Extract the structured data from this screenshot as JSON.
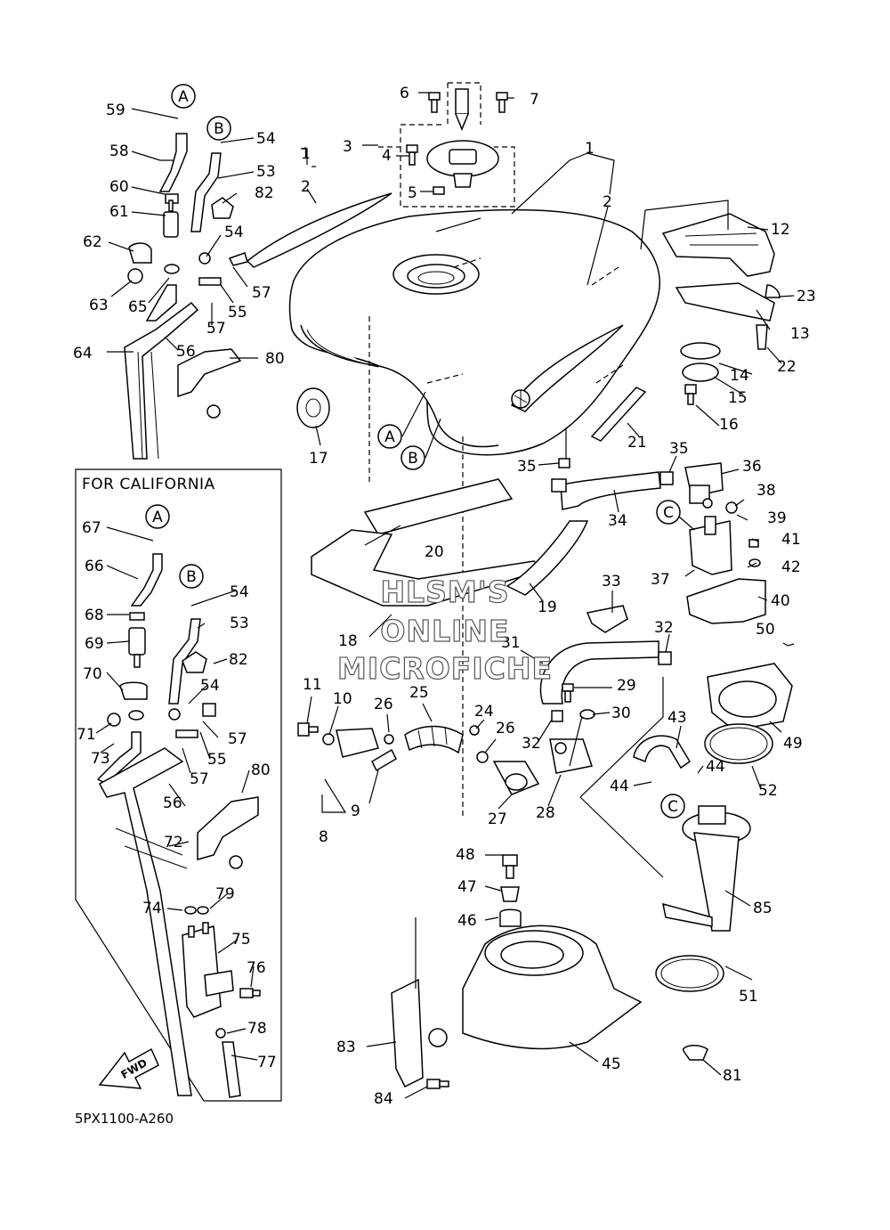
{
  "box_title": "FOR CALIFORNIA",
  "diagram_code": "5PX1100-A260",
  "watermark": [
    "HLSM'S",
    "ONLINE",
    "MICROFICHE"
  ],
  "callout_letters": {
    "A": "A",
    "B": "B",
    "C": "C"
  },
  "fwd_label": "FWD",
  "labels": {
    "n1a": "1",
    "n2a": "2",
    "n1b": "1",
    "n2b": "2",
    "n3": "3",
    "n4": "4",
    "n5": "5",
    "n6": "6",
    "n7": "7",
    "n8": "8",
    "n9": "9",
    "n10": "10",
    "n11": "11",
    "n12": "12",
    "n13": "13",
    "n14": "14",
    "n15": "15",
    "n16": "16",
    "n17": "17",
    "n18": "18",
    "n19": "19",
    "n20": "20",
    "n21": "21",
    "n22": "22",
    "n23": "23",
    "n24": "24",
    "n25": "25",
    "n26a": "26",
    "n26b": "26",
    "n27": "27",
    "n28": "28",
    "n29": "29",
    "n30": "30",
    "n31": "31",
    "n32a": "32",
    "n32b": "32",
    "n33": "33",
    "n34": "34",
    "n35a": "35",
    "n35b": "35",
    "n36": "36",
    "n37": "37",
    "n38": "38",
    "n39": "39",
    "n40": "40",
    "n41": "41",
    "n42": "42",
    "n43": "43",
    "n44a": "44",
    "n44b": "44",
    "n45": "45",
    "n46": "46",
    "n47": "47",
    "n48": "48",
    "n49": "49",
    "n50": "50",
    "n51": "51",
    "n52": "52",
    "n53a": "53",
    "n53b": "53",
    "n54a": "54",
    "n54b": "54",
    "n54c": "54",
    "n54d": "54",
    "n55a": "55",
    "n55b": "55",
    "n56a": "56",
    "n56b": "56",
    "n57a": "57",
    "n57b": "57",
    "n57c": "57",
    "n57d": "57",
    "n58": "58",
    "n59": "59",
    "n60": "60",
    "n61": "61",
    "n62": "62",
    "n63": "63",
    "n64": "64",
    "n65": "65",
    "n66": "66",
    "n67": "67",
    "n68": "68",
    "n69": "69",
    "n70": "70",
    "n71": "71",
    "n72": "72",
    "n73": "73",
    "n74": "74",
    "n75": "75",
    "n76": "76",
    "n77": "77",
    "n78": "78",
    "n79": "79",
    "n80a": "80",
    "n80b": "80",
    "n81": "81",
    "n82a": "82",
    "n82b": "82",
    "n83": "83",
    "n84": "84",
    "n85": "85"
  }
}
